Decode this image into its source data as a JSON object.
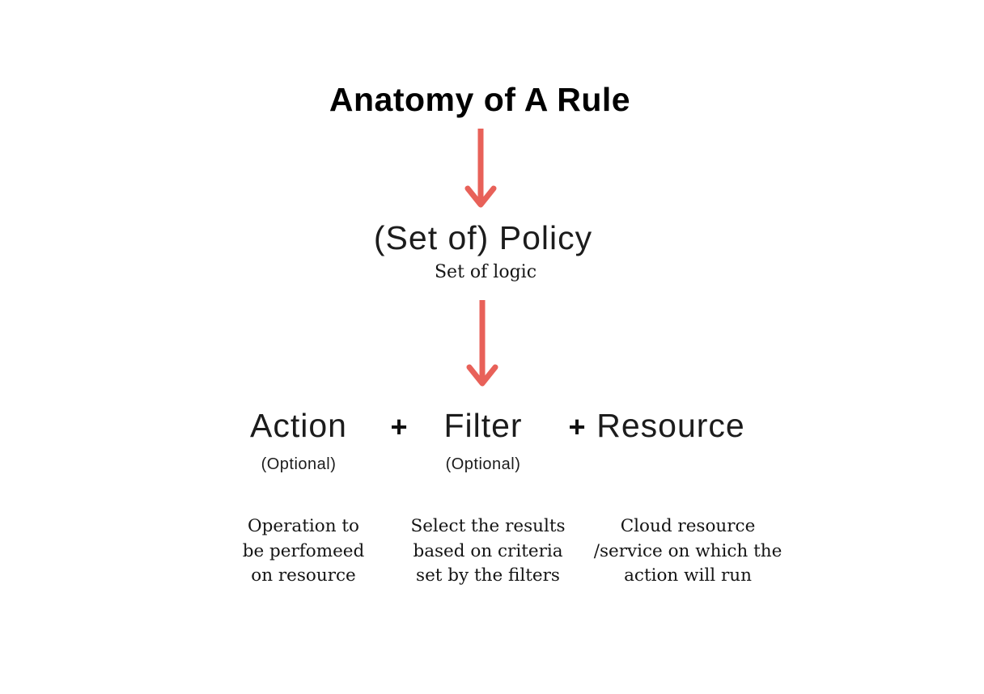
{
  "colors": {
    "background": "#ffffff",
    "heading_text": "#000000",
    "body_text": "#1c1c1c",
    "arrow": "#e86159"
  },
  "title": "Anatomy of A Rule",
  "policy": {
    "heading": "(Set of) Policy",
    "subheading": "Set of logic"
  },
  "icons": {
    "arrow_top": "down-arrow",
    "arrow_middle": "down-arrow"
  },
  "formula": {
    "plus": "+",
    "items": [
      {
        "label": "Action",
        "qualifier": "(Optional)",
        "description": "Operation to\nbe perfomeed\non resource"
      },
      {
        "label": "Filter",
        "qualifier": "(Optional)",
        "description": "Select the results\nbased on criteria\nset by the filters"
      },
      {
        "label": "Resource",
        "description": "Cloud resource\n/service on which the\naction will run"
      }
    ]
  }
}
